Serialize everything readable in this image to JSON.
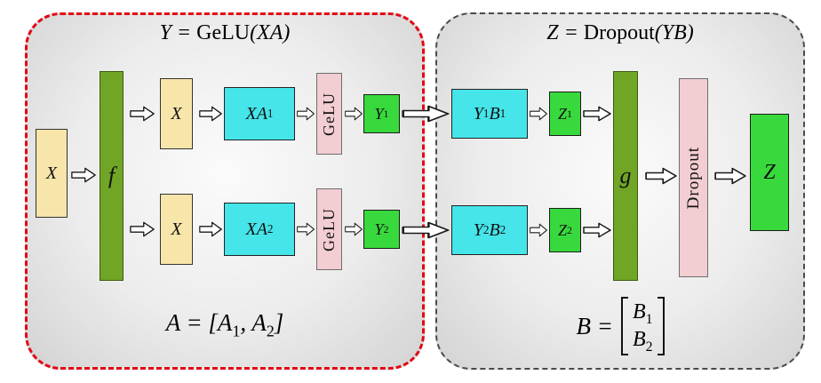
{
  "diagram": {
    "left_panel": {
      "title": "Y = \\text{GeLU}(XA)",
      "input_label": "X",
      "split_label": "f",
      "branches": [
        {
          "x_label": "X",
          "matmul_label": "XA_1",
          "activation_label": "GeLU",
          "output_label": "Y_1"
        },
        {
          "x_label": "X",
          "matmul_label": "XA_2",
          "activation_label": "GeLU",
          "output_label": "Y_2"
        }
      ],
      "formula": "A = [A_1, A_2]"
    },
    "right_panel": {
      "title": "Z = \\text{Dropout}(YB)",
      "branches": [
        {
          "matmul_label": "Y_1B_1",
          "output_label": "Z_1"
        },
        {
          "matmul_label": "Y_2B_2",
          "output_label": "Z_2"
        }
      ],
      "gather_label": "g",
      "dropout_label": "Dropout",
      "output_label": "Z",
      "formula": {
        "lhs": "B =",
        "rows": [
          "B_1",
          "B_2"
        ]
      }
    },
    "colors": {
      "left_panel_border": "#e30613",
      "right_panel_border": "#4a4a4a",
      "input_fill": "#f8e5aa",
      "split_gather_fill": "#70a526",
      "matmul_fill": "#45e5ea",
      "activation_fill": "#f2cdd2",
      "output_fill": "#38d93c",
      "panel_background": "#e0e0e0"
    }
  }
}
